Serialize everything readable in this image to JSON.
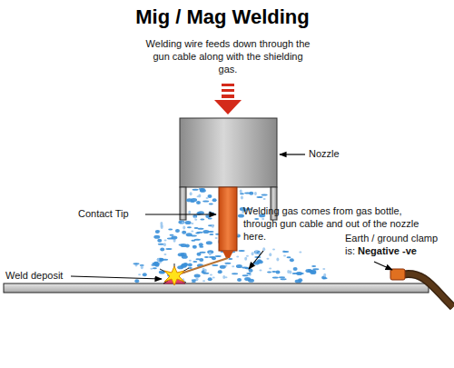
{
  "diagram": {
    "title": "Mig / Mag Welding",
    "labels": [
      "Welding wire feeds down through the gun cable along with the shielding gas.",
      "Nozzle",
      "Contact Tip",
      "Welding gas comes from gas bottle, through gun cable and out of the nozzle here.",
      "Earth / ground clamp is:",
      "Negative -ve",
      "Weld deposit"
    ]
  }
}
